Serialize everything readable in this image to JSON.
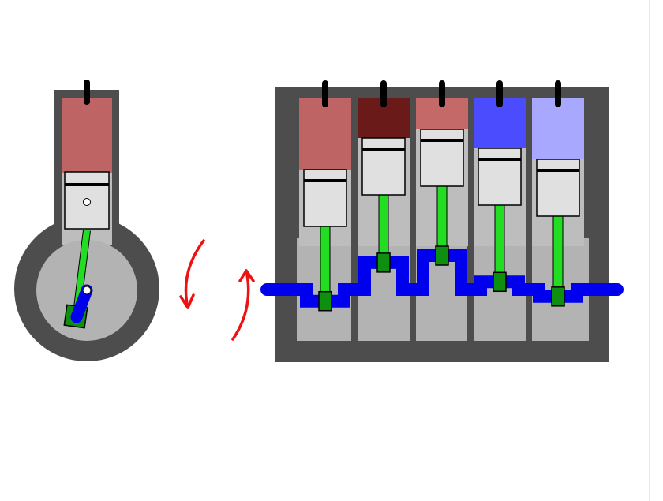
{
  "colors": {
    "background": "#ffffff",
    "engine_block": "#4d4d4d",
    "crankcase": "#b3b3b3",
    "bore": "#bdbdbd",
    "piston": "#e0e0e0",
    "connecting_rod": "#22dd22",
    "crankshaft": "#0000ee",
    "crank_journal": "#0f8f0f",
    "spark_plug": "#000000",
    "rotation_arrow": "#ee1111",
    "chamber_light_red": "#bf6464",
    "chamber_dark_red": "#6b1a1a",
    "chamber_mid_red": "#c46868",
    "chamber_blue": "#4c4cff",
    "chamber_light_blue": "#a8a8ff"
  },
  "side_view": {
    "component": "single-cylinder-cross-section",
    "piston_position_fraction": 0.55,
    "chamber_color_key": "chamber_light_red"
  },
  "rotation_indicator": {
    "icon": "rotation-arrows-icon"
  },
  "inline_engine": {
    "cylinder_count": 5,
    "cylinders": [
      {
        "id": "1",
        "chamber_color_key": "chamber_light_red",
        "piston_position_fraction": 0.9,
        "journal_position_fraction": 0.78
      },
      {
        "id": "2",
        "chamber_color_key": "chamber_dark_red",
        "piston_position_fraction": 0.35,
        "journal_position_fraction": 0.12
      },
      {
        "id": "3",
        "chamber_color_key": "chamber_mid_red",
        "piston_position_fraction": 0.2,
        "journal_position_fraction": 0.0
      },
      {
        "id": "4",
        "chamber_color_key": "chamber_blue",
        "piston_position_fraction": 0.53,
        "journal_position_fraction": 0.45
      },
      {
        "id": "5",
        "chamber_color_key": "chamber_light_blue",
        "piston_position_fraction": 0.72,
        "journal_position_fraction": 0.7
      }
    ]
  }
}
